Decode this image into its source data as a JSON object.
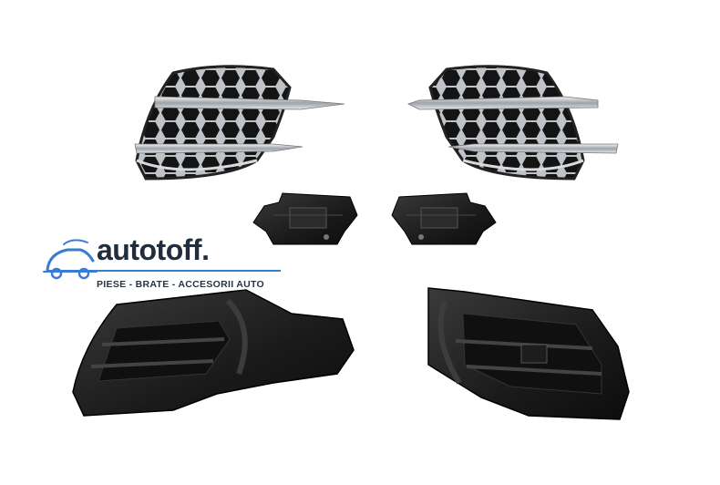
{
  "brand": {
    "name": "autotoff.",
    "tagline": "PIESE - BRATE - ACCESORII AUTO",
    "accent_color": "#3a7bd5",
    "text_color": "#1f2d3d"
  },
  "product": {
    "items": [
      "honeycomb-grille-left",
      "honeycomb-grille-right",
      "mounting-bracket-left",
      "mounting-bracket-right",
      "fog-light-frame-left",
      "fog-light-frame-right"
    ],
    "colors": {
      "grille": "#1a1a1a",
      "chrome": "#c9ccd1",
      "frame": "#1b1b1b"
    }
  }
}
